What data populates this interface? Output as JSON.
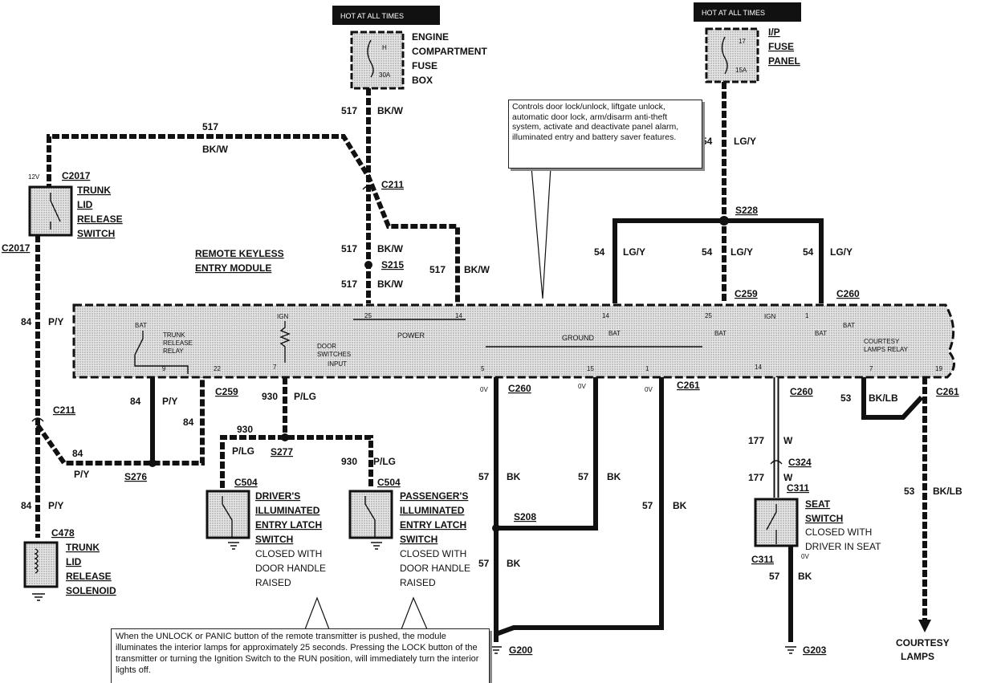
{
  "hot_labels": [
    "HOT AT ALL TIMES",
    "HOT AT ALL TIMES"
  ],
  "fuse_boxes": {
    "engine": {
      "lines": [
        "ENGINE",
        "COMPARTMENT",
        "FUSE",
        "BOX"
      ],
      "fuse": "H",
      "rating": "30A"
    },
    "ip": {
      "lines": [
        "I/P",
        "FUSE",
        "PANEL"
      ],
      "fuse": "17",
      "rating": "15A"
    }
  },
  "module": {
    "title": [
      "REMOTE KEYLESS",
      "ENTRY MODULE"
    ],
    "power": "POWER",
    "ground": "GROUND",
    "door_input": [
      "DOOR",
      "SWITCHES",
      "INPUT"
    ],
    "trunk_relay": [
      "TRUNK",
      "RELEASE",
      "RELAY"
    ],
    "courtesy_relay": [
      "COURTESY",
      "LAMPS RELAY"
    ],
    "bat": "BAT",
    "ign": "IGN",
    "pins": [
      "25",
      "14",
      "7",
      "9",
      "22",
      "5",
      "15",
      "1",
      "14",
      "25",
      "1",
      "14",
      "7",
      "19"
    ]
  },
  "components": {
    "trunk_switch": [
      "TRUNK",
      "LID",
      "RELEASE",
      "SWITCH"
    ],
    "trunk_solenoid": [
      "TRUNK",
      "LID",
      "RELEASE",
      "SOLENOID"
    ],
    "driver_switch": [
      "DRIVER'S",
      "ILLUMINATED",
      "ENTRY LATCH",
      "SWITCH"
    ],
    "driver_desc": [
      "CLOSED WITH",
      "DOOR HANDLE",
      "RAISED"
    ],
    "pass_switch": [
      "PASSENGER'S",
      "ILLUMINATED",
      "ENTRY LATCH",
      "SWITCH"
    ],
    "pass_desc": [
      "CLOSED WITH",
      "DOOR HANDLE",
      "RAISED"
    ],
    "seat_switch": [
      "SEAT",
      "SWITCH"
    ],
    "seat_desc": [
      "CLOSED WITH",
      "DRIVER IN SEAT"
    ],
    "courtesy": [
      "COURTESY",
      "LAMPS"
    ]
  },
  "connectors": {
    "c2017": "C2017",
    "c211": "C211",
    "s215": "S215",
    "s228": "S228",
    "c259": "C259",
    "c260": "C260",
    "c261": "C261",
    "s276": "S276",
    "s277": "S277",
    "c504": "C504",
    "c478": "C478",
    "s208": "S208",
    "g200": "G200",
    "c324": "C324",
    "c311": "C311",
    "g203": "G203"
  },
  "wires": {
    "w517": "517",
    "bkw": "BK/W",
    "w54": "54",
    "lgy": "LG/Y",
    "w84": "84",
    "py": "P/Y",
    "w930": "930",
    "plg": "P/LG",
    "w57": "57",
    "bk": "BK",
    "w177": "177",
    "w": "W",
    "w53": "53",
    "bklb": "BK/LB",
    "v12": "12V",
    "v0": "0V"
  },
  "notes": {
    "top": "Controls door lock/unlock, liftgate unlock, automatic door lock, arm/disarm anti-theft system, activate and deactivate panel alarm, illuminated entry and battery saver features.",
    "bottom": "When the UNLOCK or PANIC button of the remote transmitter is pushed, the module illuminates the interior lamps for approximately 25 seconds. Pressing the LOCK button of the transmitter or turning the Ignition Switch to the RUN position, will immediately turn the interior lights off."
  }
}
